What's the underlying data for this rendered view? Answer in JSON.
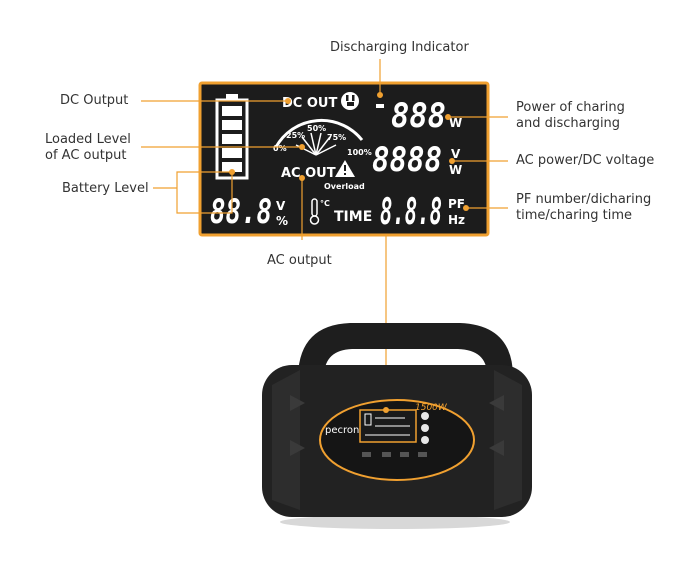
{
  "colors": {
    "accent": "#f0a030",
    "lcd_background": "#1c1c1c",
    "segment": "#ffffff",
    "body": "#1f1f1f",
    "leader_line": "#f0a030"
  },
  "callouts": {
    "discharging_indicator": "Discharging Indicator",
    "dc_output": "DC Output",
    "loaded_level": "Loaded Level\nof AC output",
    "battery_level": "Battery Level",
    "power": "Power of charing\nand discharging",
    "ac_power_dc_voltage": "AC power/DC voltage",
    "pf_time": "PF number/dicharing\ntime/charing time",
    "ac_output": "AC output"
  },
  "lcd": {
    "dc_out": "DC OUT",
    "ac_out": "AC OUT",
    "overload": "Overload",
    "time": "TIME",
    "load_levels": [
      "0%",
      "25%",
      "50%",
      "75%",
      "100%"
    ],
    "power_digits": "888",
    "power_unit": "W",
    "volt_digits": "8888",
    "volt_unit_top": "V",
    "volt_unit_bottom": "W",
    "battery_digits": "88.8",
    "battery_unit_top": "V",
    "battery_unit_bottom": "%",
    "pf_digits": "8.8.8",
    "pf_unit_top": "PF",
    "pf_unit_bottom": "Hz",
    "temp_unit": "°C"
  },
  "device": {
    "brand": "pecron",
    "badge": "1500W"
  }
}
